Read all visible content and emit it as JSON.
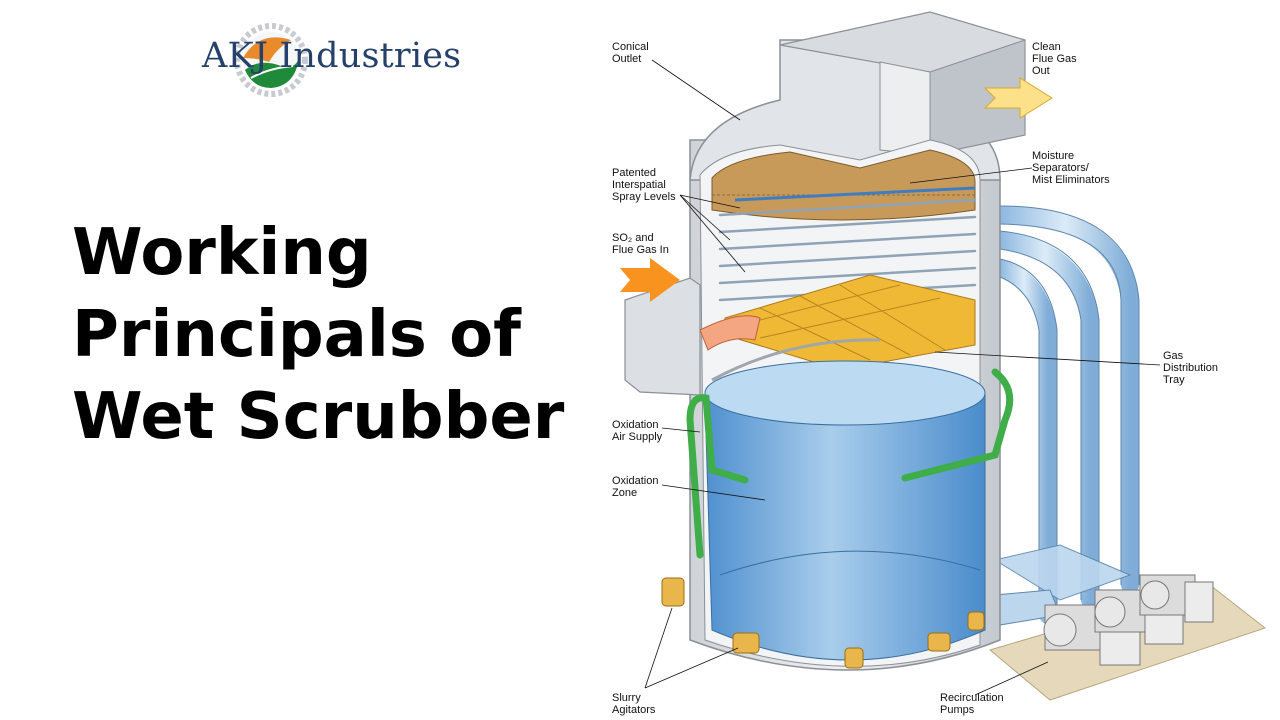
{
  "brand": {
    "name": "AKJ Industries"
  },
  "headline": {
    "line1": "Working",
    "line2": "Principals of",
    "line3": "Wet Scrubber"
  },
  "diagram": {
    "labels": {
      "conical_outlet": [
        "Conical",
        "Outlet"
      ],
      "clean_flue_gas": [
        "Clean",
        "Flue Gas",
        "Out"
      ],
      "moisture_separators": [
        "Moisture",
        "Separators/",
        "Mist Eliminators"
      ],
      "spray_levels": [
        "Patented",
        "Interspatial",
        "Spray Levels"
      ],
      "so2_in": [
        "SO₂ and",
        "Flue Gas In"
      ],
      "gas_distribution": [
        "Gas",
        "Distribution",
        "Tray"
      ],
      "oxidation_air": [
        "Oxidation",
        "Air Supply"
      ],
      "oxidation_zone": [
        "Oxidation",
        "Zone"
      ],
      "slurry_agitators": [
        "Slurry",
        "Agitators"
      ],
      "recirculation_pumps": [
        "Recirculation",
        "Pumps"
      ]
    }
  },
  "colors": {
    "brand_text": "#25416b",
    "headline": "#000000",
    "slurry": "#5d9fd8",
    "arrow": "#f7931e",
    "tray": "#f0b935",
    "air_pipe": "#3fae49"
  }
}
